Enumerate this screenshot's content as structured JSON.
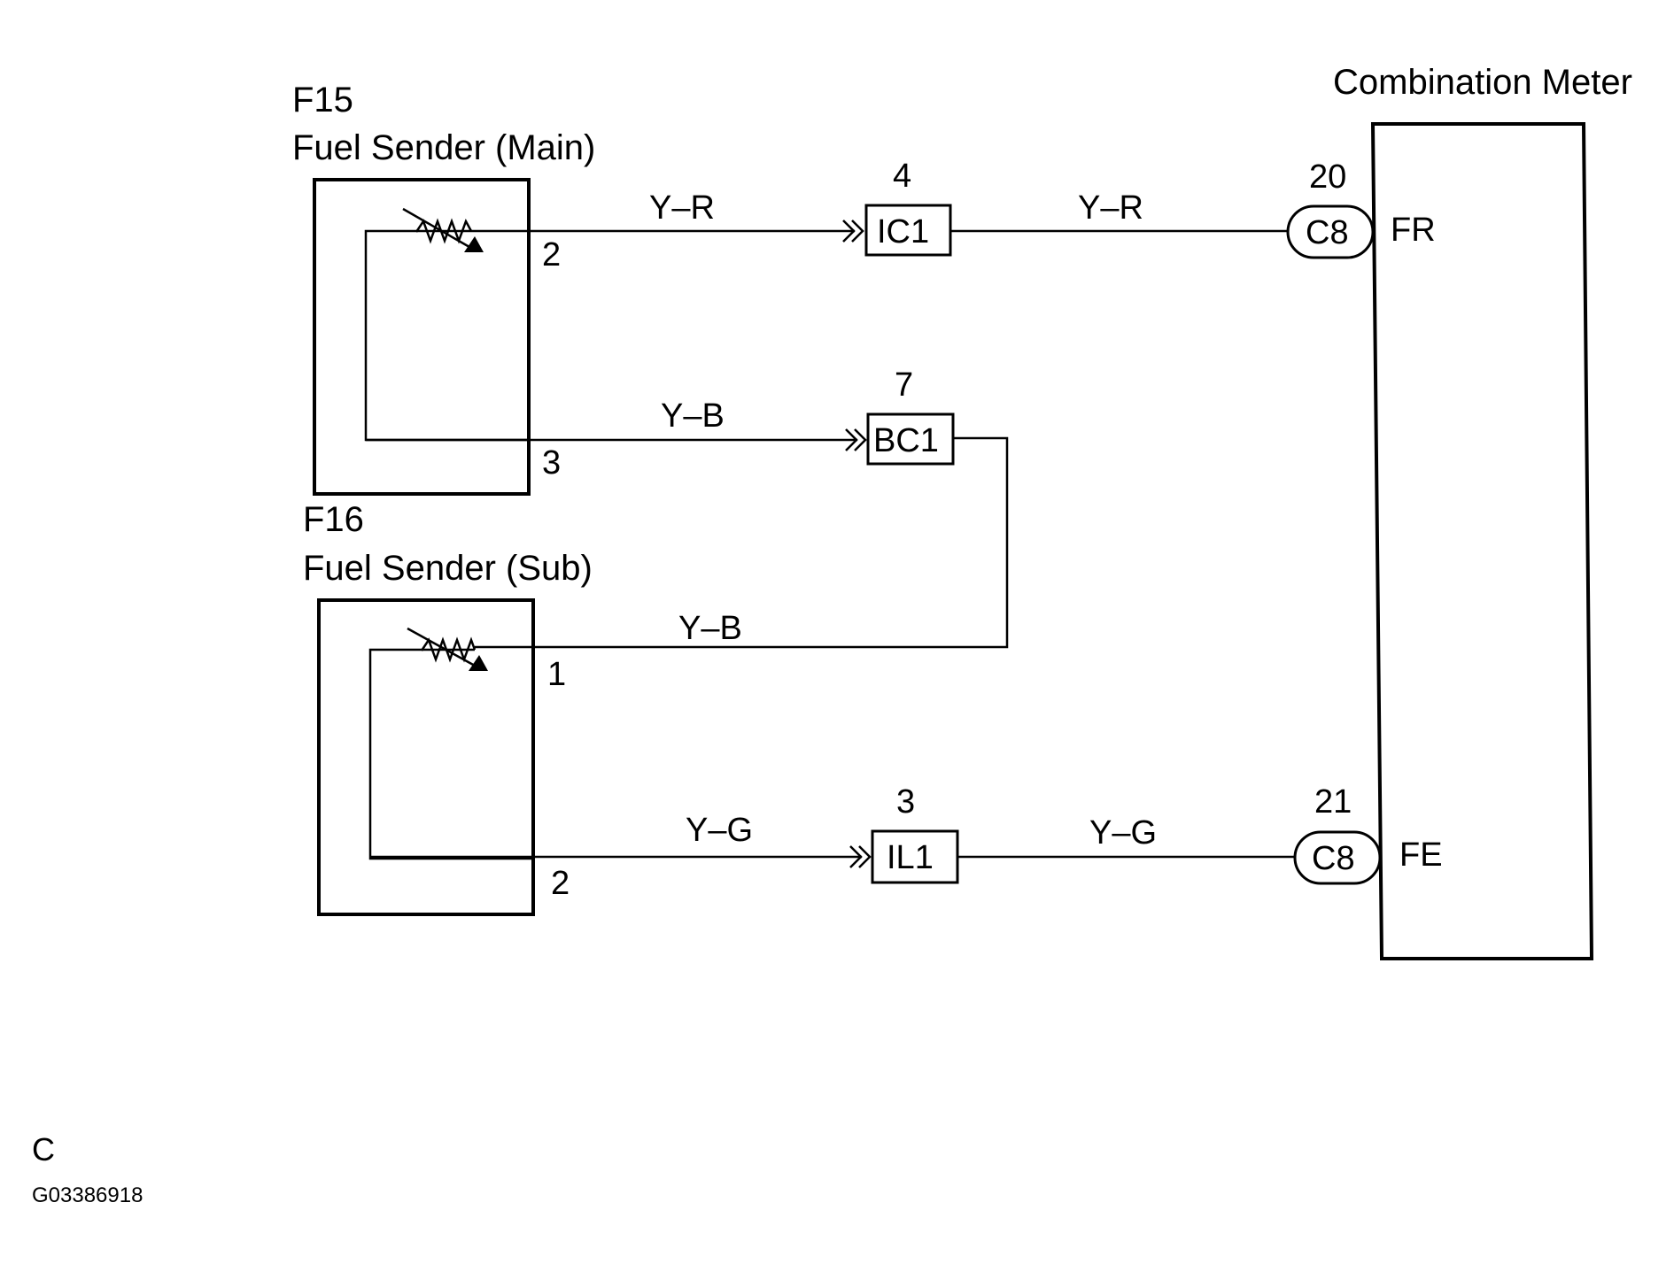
{
  "components": {
    "f15": {
      "code": "F15",
      "name": "Fuel Sender (Main)"
    },
    "f16": {
      "code": "F16",
      "name": "Fuel Sender (Sub)"
    },
    "meter": {
      "name": "Combination Meter"
    }
  },
  "pins": {
    "f15_top": "2",
    "f15_bottom": "3",
    "f16_top": "1",
    "f16_bottom": "2"
  },
  "wires": {
    "yr_left": "Y–R",
    "yr_right": "Y–R",
    "yb_upper": "Y–B",
    "yb_lower": "Y–B",
    "yg_left": "Y–G",
    "yg_right": "Y–G"
  },
  "connectors": {
    "ic1": {
      "label": "IC1",
      "pin": "4"
    },
    "bc1": {
      "label": "BC1",
      "pin": "7"
    },
    "il1": {
      "label": "IL1",
      "pin": "3"
    },
    "c8_top": {
      "label": "C8",
      "pin": "20",
      "terminal": "FR"
    },
    "c8_bottom": {
      "label": "C8",
      "pin": "21",
      "terminal": "FE"
    }
  },
  "footer": {
    "section_letter": "C",
    "figure_code": "G03386918"
  },
  "colors": {
    "line": "#000000",
    "background": "#ffffff"
  }
}
